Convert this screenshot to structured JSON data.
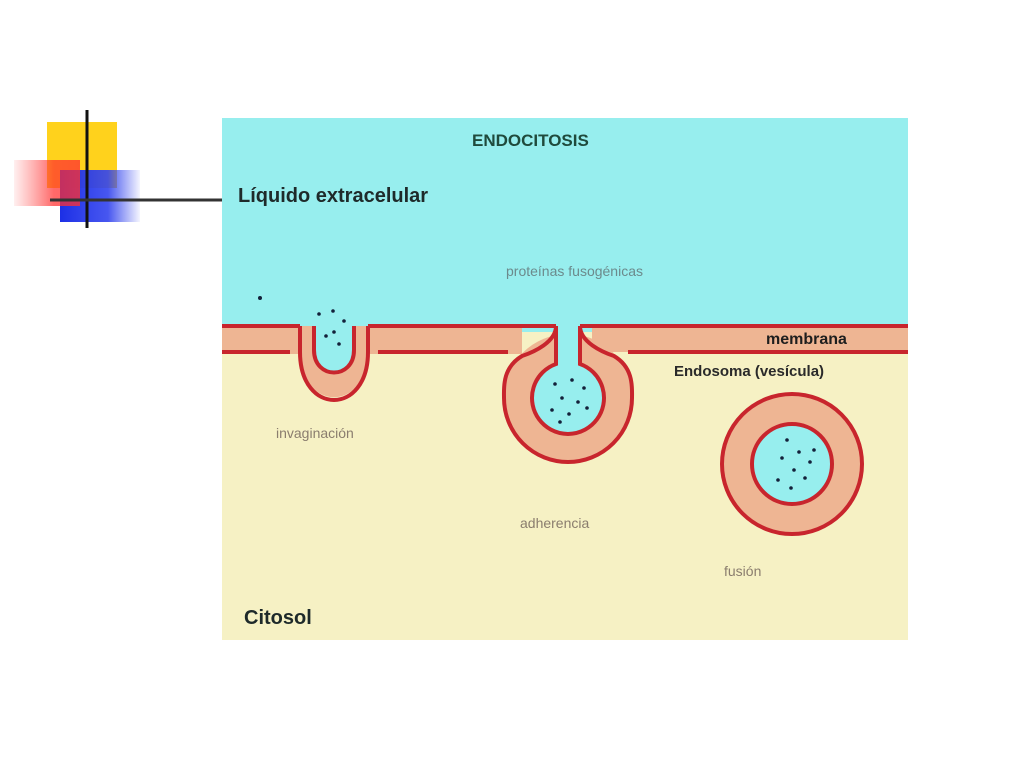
{
  "diagram": {
    "title": "ENDOCITOSIS",
    "regions": {
      "extracellular": "Líquido extracelular",
      "cytosol": "Citosol"
    },
    "labels": {
      "proteins": "proteínas fusogénicas",
      "membrane": "membrana",
      "endosome": "Endosoma (vesícula)",
      "invagination": "invaginación",
      "adherence": "adherencia",
      "fusion": "fusión"
    },
    "colors": {
      "extracellular": "#97eeee",
      "cytosol": "#f6f1c4",
      "membrane_fill": "#eeb593",
      "membrane_edge": "#c8252d",
      "particles": "#13203a"
    }
  }
}
